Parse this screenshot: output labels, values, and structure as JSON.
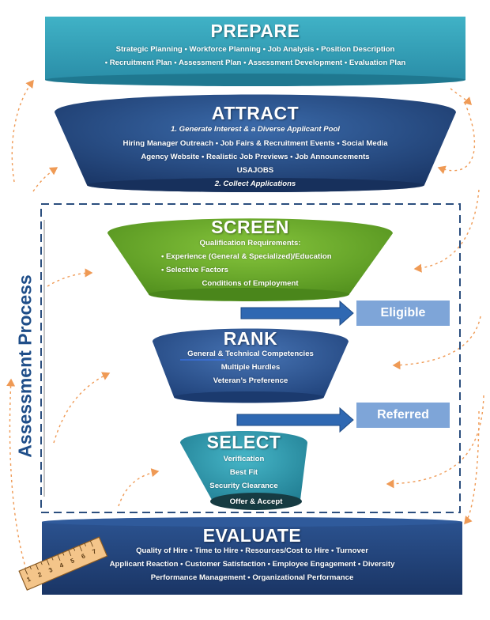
{
  "side_label": "Assessment Process",
  "prepare": {
    "title": "PREPARE",
    "lines": [
      "Strategic Planning • Workforce Planning • Job Analysis • Position Description",
      "• Recruitment Plan • Assessment Plan • Assessment Development • Evaluation Plan"
    ]
  },
  "attract": {
    "title": "ATTRACT",
    "step1": "1. Generate Interest & a Diverse Applicant Pool",
    "lines": [
      "Hiring Manager Outreach • Job Fairs & Recruitment Events •  Social Media",
      "Agency Website • Realistic Job Previews • Job Announcements",
      "USAJOBS"
    ],
    "step2": "2. Collect Applications"
  },
  "screen": {
    "title": "SCREEN",
    "heading": "Qualification Requirements:",
    "bullets": [
      "Experience (General & Specialized)/Education",
      "Selective Factors"
    ],
    "last": "Conditions of Employment"
  },
  "eligible": "Eligible",
  "rank": {
    "title": "RANK",
    "lines": [
      "General & Technical Competencies",
      "Multiple Hurdles",
      "Veteran’s Preference"
    ]
  },
  "referred": "Referred",
  "select": {
    "title": "SELECT",
    "lines": [
      "Verification",
      "Best Fit",
      "Security Clearance"
    ],
    "offer": "Offer & Accept"
  },
  "evaluate": {
    "title": "EVALUATE",
    "lines": [
      "Quality of Hire • Time to Hire • Resources/Cost to Hire • Turnover",
      "Applicant Reaction • Customer Satisfaction • Employee Engagement • Diversity",
      "Performance Management • Organizational Performance"
    ]
  },
  "ruler_numbers": [
    "1",
    "2",
    "3",
    "4",
    "5",
    "6",
    "7"
  ],
  "colors": {
    "prepare": "#2f9bb3",
    "attract": "#23487e",
    "screen": "#6aab2b",
    "rank": "#2d5a9a",
    "select": "#2a98ad",
    "evaluate": "#203f78",
    "arrow_box": "#7ea5d8",
    "dash_frame": "#2b4e7e",
    "curve_arrows": "#ef9a55"
  }
}
